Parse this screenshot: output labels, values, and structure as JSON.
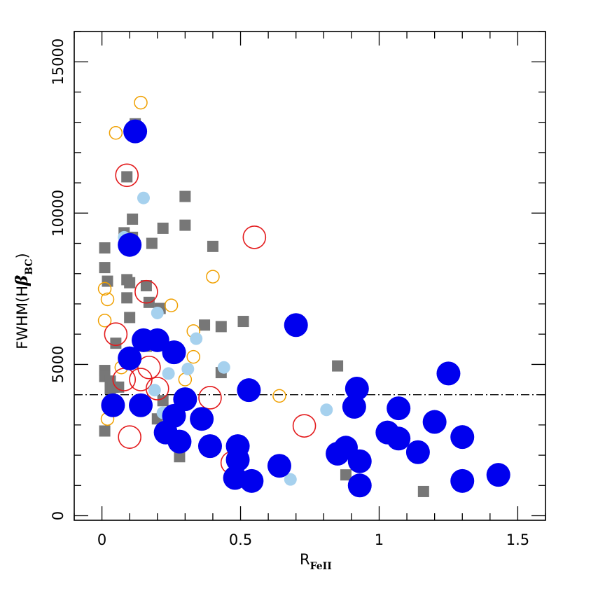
{
  "chart_data": {
    "type": "scatter",
    "title": "",
    "xlabel": "R",
    "xlabel_sub": "FeII",
    "ylabel_prefix": "FWHM(H",
    "ylabel_symbol": "β",
    "ylabel_sub": "BC",
    "ylabel_suffix": ")",
    "xlim": [
      -0.1,
      1.6
    ],
    "ylim": [
      -150,
      16000
    ],
    "x_ticks": [
      {
        "value": 0,
        "label": "0"
      },
      {
        "value": 0.5,
        "label": "0.5"
      },
      {
        "value": 1,
        "label": "1"
      },
      {
        "value": 1.5,
        "label": "1.5"
      }
    ],
    "y_ticks": [
      {
        "value": 0,
        "label": "0"
      },
      {
        "value": 5000,
        "label": "5000"
      },
      {
        "value": 10000,
        "label": "10000"
      },
      {
        "value": 15000,
        "label": "15000"
      }
    ],
    "x_minor_step": 0.1,
    "y_minor_step": 1000,
    "grid": false,
    "reference_line": {
      "y": 4000,
      "style": "dash-dot",
      "color": "#000000"
    },
    "series": [
      {
        "marker": "square",
        "color": "#777777",
        "points": [
          [
            0.12,
            12950
          ],
          [
            0.09,
            11200
          ],
          [
            0.3,
            10550
          ],
          [
            0.11,
            9800
          ],
          [
            0.3,
            9600
          ],
          [
            0.22,
            9500
          ],
          [
            0.08,
            9350
          ],
          [
            0.11,
            9200
          ],
          [
            0.01,
            8850
          ],
          [
            0.18,
            9000
          ],
          [
            0.4,
            8900
          ],
          [
            0.01,
            8200
          ],
          [
            0.02,
            7750
          ],
          [
            0.09,
            7800
          ],
          [
            0.1,
            7700
          ],
          [
            0.16,
            7600
          ],
          [
            0.09,
            7200
          ],
          [
            0.17,
            7050
          ],
          [
            0.21,
            6850
          ],
          [
            0.1,
            6550
          ],
          [
            0.37,
            6300
          ],
          [
            0.43,
            6250
          ],
          [
            0.51,
            6420
          ],
          [
            0.05,
            5700
          ],
          [
            0.16,
            5600
          ],
          [
            0.85,
            4950
          ],
          [
            0.01,
            4800
          ],
          [
            0.01,
            4600
          ],
          [
            0.03,
            4450
          ],
          [
            0.03,
            4200
          ],
          [
            0.04,
            4250
          ],
          [
            0.06,
            4250
          ],
          [
            0.22,
            3800
          ],
          [
            0.2,
            3200
          ],
          [
            0.43,
            4730
          ],
          [
            0.01,
            2800
          ],
          [
            0.28,
            1950
          ],
          [
            0.88,
            1350
          ],
          [
            1.16,
            800
          ]
        ]
      },
      {
        "marker": "open-circle-small",
        "color": "#f0a000",
        "points": [
          [
            0.14,
            13650
          ],
          [
            0.05,
            12650
          ],
          [
            0.01,
            7500
          ],
          [
            0.02,
            7150
          ],
          [
            0.01,
            6450
          ],
          [
            0.25,
            6950
          ],
          [
            0.4,
            7900
          ],
          [
            0.33,
            6100
          ],
          [
            0.33,
            5250
          ],
          [
            0.3,
            4500
          ],
          [
            0.64,
            3960
          ],
          [
            0.07,
            4900
          ],
          [
            0.02,
            3200
          ]
        ]
      },
      {
        "marker": "open-circle-large",
        "color": "#e31a1c",
        "points": [
          [
            0.09,
            11250
          ],
          [
            0.55,
            9200
          ],
          [
            0.16,
            7400
          ],
          [
            0.05,
            6000
          ],
          [
            0.17,
            4900
          ],
          [
            0.08,
            4500
          ],
          [
            0.14,
            4500
          ],
          [
            0.2,
            4200
          ],
          [
            0.39,
            3900
          ],
          [
            0.1,
            2600
          ],
          [
            0.73,
            2970
          ],
          [
            0.47,
            1750
          ]
        ]
      },
      {
        "marker": "filled-circle-small",
        "color": "#a6d1ee",
        "points": [
          [
            0.15,
            10500
          ],
          [
            0.08,
            9200
          ],
          [
            0.2,
            6700
          ],
          [
            0.34,
            5850
          ],
          [
            0.31,
            4850
          ],
          [
            0.44,
            4900
          ],
          [
            0.24,
            4700
          ],
          [
            0.19,
            4150
          ],
          [
            0.81,
            3500
          ],
          [
            0.68,
            1200
          ],
          [
            0.22,
            3400
          ]
        ]
      },
      {
        "marker": "filled-circle-large",
        "color": "#0000ee",
        "points": [
          [
            0.12,
            12700
          ],
          [
            0.1,
            8950
          ],
          [
            0.7,
            6300
          ],
          [
            0.15,
            5800
          ],
          [
            0.2,
            5800
          ],
          [
            0.26,
            5400
          ],
          [
            0.1,
            5200
          ],
          [
            0.53,
            4150
          ],
          [
            0.92,
            4200
          ],
          [
            1.25,
            4700
          ],
          [
            0.04,
            3650
          ],
          [
            0.14,
            3650
          ],
          [
            0.3,
            3850
          ],
          [
            0.26,
            3300
          ],
          [
            0.36,
            3200
          ],
          [
            0.91,
            3600
          ],
          [
            1.07,
            3550
          ],
          [
            1.2,
            3100
          ],
          [
            0.23,
            2750
          ],
          [
            0.28,
            2450
          ],
          [
            0.39,
            2300
          ],
          [
            0.49,
            2300
          ],
          [
            1.03,
            2750
          ],
          [
            1.07,
            2550
          ],
          [
            1.14,
            2100
          ],
          [
            1.3,
            2600
          ],
          [
            0.49,
            1850
          ],
          [
            0.64,
            1650
          ],
          [
            0.85,
            2050
          ],
          [
            0.88,
            2250
          ],
          [
            0.93,
            1800
          ],
          [
            0.48,
            1250
          ],
          [
            0.54,
            1150
          ],
          [
            0.93,
            1000
          ],
          [
            1.3,
            1150
          ],
          [
            1.43,
            1350
          ]
        ]
      }
    ]
  }
}
